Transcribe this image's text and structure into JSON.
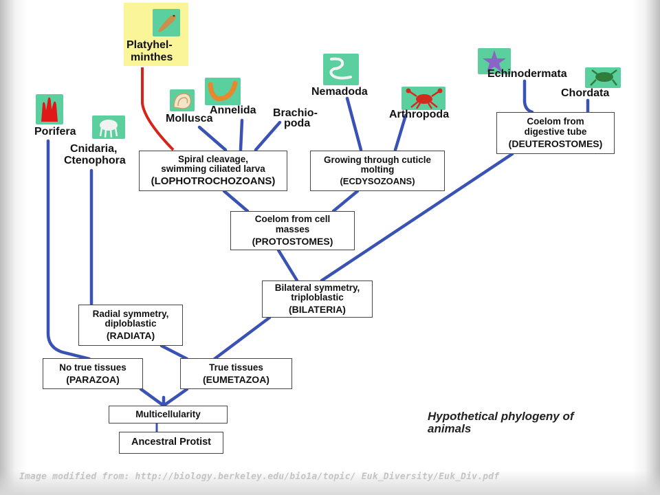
{
  "groups": {
    "porifera": "Porifera",
    "cnidaria": "Cnidaria,",
    "ctenophora": "Ctenophora",
    "platyhel_1": "Platyhel-",
    "platyhel_2": "minthes",
    "mollusca": "Mollusca",
    "annelida": "Annelida",
    "brachio_1": "Brachio-",
    "brachio_2": "poda",
    "nemadoda": "Nemadoda",
    "arthropoda": "Arthropoda",
    "echinodermata": "Echinodermata",
    "chordata": "Chordata"
  },
  "boxes": {
    "ancestral": "Ancestral Protist",
    "multicellularity": "Multicellularity",
    "no_tissues": "No true tissues",
    "parazoa": "(PARAZOA)",
    "true_tissues": "True tissues",
    "eumetazoa": "(EUMETAZOA)",
    "radial_1": "Radial symmetry,",
    "radial_2": "diploblastic",
    "radiata": "(RADIATA)",
    "bilateral_1": "Bilateral symmetry,",
    "bilateral_2": "triploblastic",
    "bilateria": "(BILATERIA)",
    "coelom_cell_1": "Coelom from cell",
    "coelom_cell_2": "masses",
    "protostomes": "(PROTOSTOMES)",
    "spiral_1": "Spiral cleavage,",
    "spiral_2": "swimming ciliated larva",
    "lophotrochozoans": "(LOPHOTROCHOZOANS)",
    "cuticle_1": "Growing through cuticle",
    "cuticle_2": "molting",
    "ecdysozoans": "(ECDYSOZOANS)",
    "coelom_digest_1": "Coelom from",
    "coelom_digest_2": "digestive tube",
    "deuterostomes": "(DEUTEROSTOMES)"
  },
  "caption": {
    "line1": "Hypothetical phylogeny of",
    "line2": "animals"
  },
  "credit": "Image modified from:  http://biology.berkeley.edu/bio1a/topic/ Euk_Diversity/Euk_Div.pdf",
  "colors": {
    "branch": "#3a52b4",
    "highlight_branch": "#d8231c",
    "highlight_box": "#fbf59a",
    "thumb_bg": "#5ccf9e"
  },
  "icons": [
    "sponge-icon",
    "jellyfish-icon",
    "flatworm-icon",
    "snail-shell-icon",
    "worm-icon",
    "nematode-icon",
    "crab-icon",
    "starfish-icon",
    "frog-icon"
  ]
}
